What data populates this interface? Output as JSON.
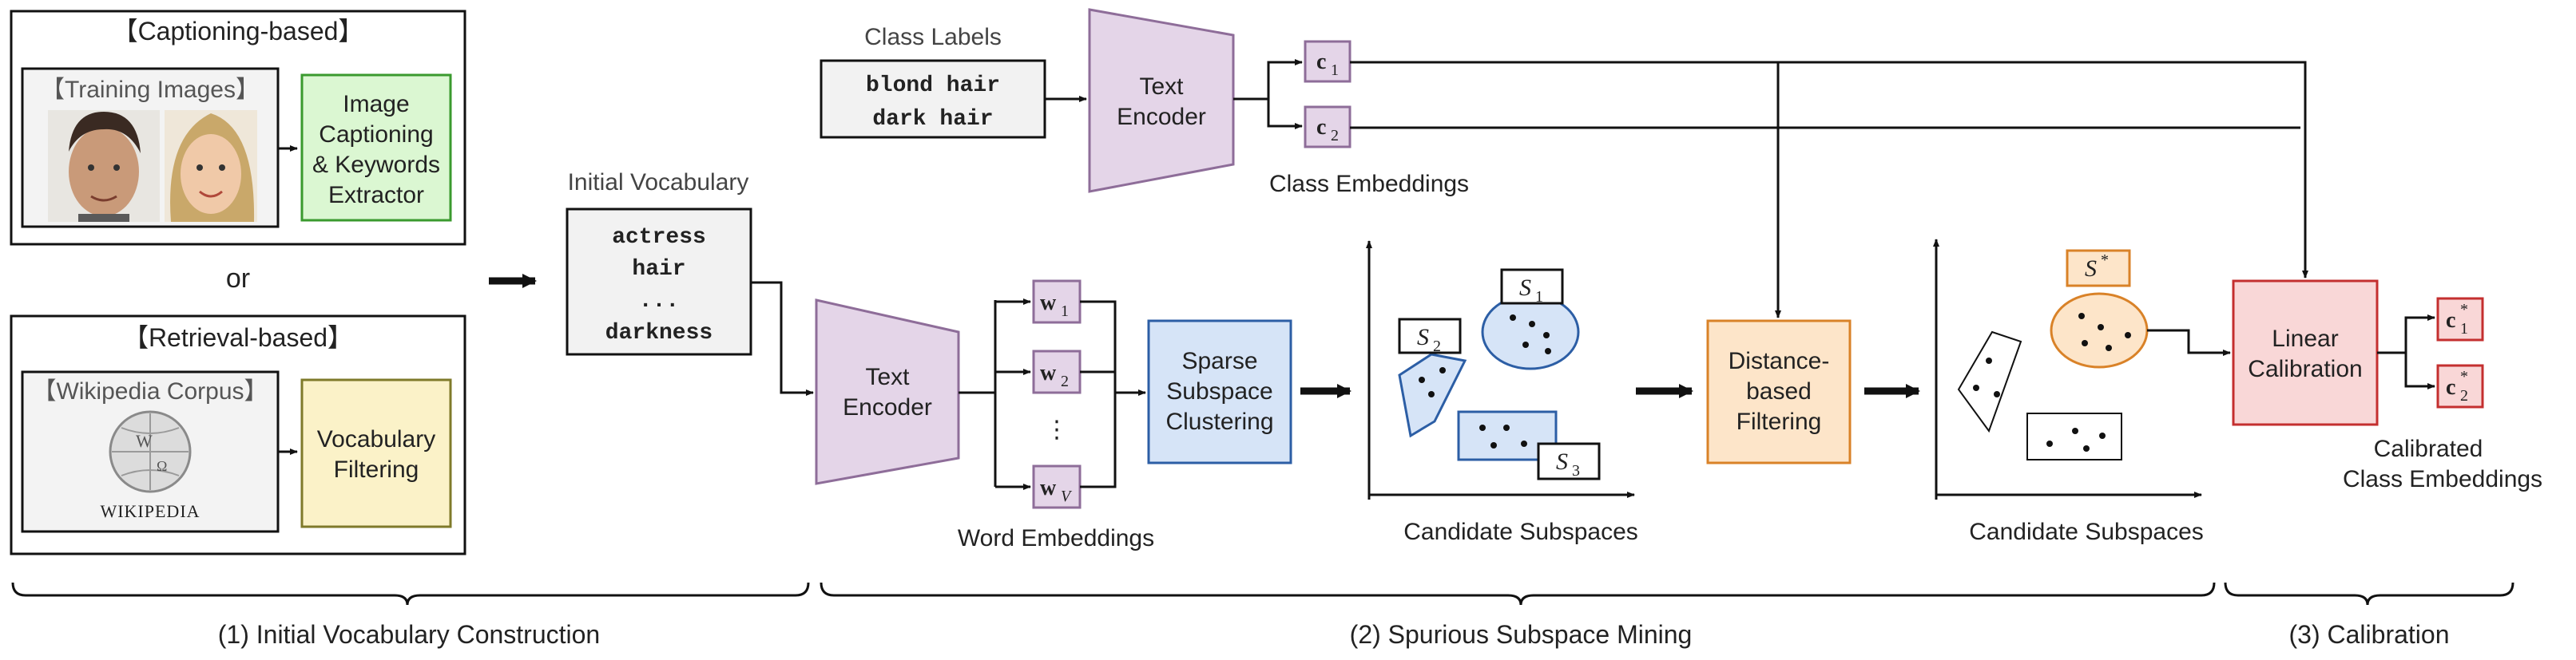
{
  "captioning": {
    "title": "【Captioning-based】",
    "training_images": "【Training Images】",
    "extractor": [
      "Image",
      "Captioning",
      "& Keywords",
      "Extractor"
    ]
  },
  "or_label": "or",
  "retrieval": {
    "title": "【Retrieval-based】",
    "corpus": "【Wikipedia Corpus】",
    "wiki_logo_text": "WIKIPEDIA",
    "filtering": [
      "Vocabulary",
      "Filtering"
    ]
  },
  "initial_vocab": {
    "label": "Initial Vocabulary",
    "words": [
      "actress",
      "hair",
      "...",
      "darkness"
    ]
  },
  "class_labels": {
    "label": "Class Labels",
    "words": [
      "blond hair",
      "dark hair"
    ]
  },
  "text_encoder": [
    "Text",
    "Encoder"
  ],
  "class_embeddings": {
    "label": "Class Embeddings",
    "items": [
      "c",
      "c"
    ],
    "subscripts": [
      "1",
      "2"
    ]
  },
  "word_embeddings": {
    "label": "Word Embeddings",
    "items": [
      "w",
      "w",
      "w"
    ],
    "subscripts": [
      "1",
      "2",
      "V"
    ],
    "ellipsis": "⋮"
  },
  "ssc": [
    "Sparse",
    "Subspace",
    "Clustering"
  ],
  "candidate_subspaces_label": "Candidate Subspaces",
  "subspaces": [
    "S",
    "S",
    "S"
  ],
  "subspace_subscripts": [
    "1",
    "2",
    "3"
  ],
  "distance_filtering": [
    "Distance-",
    "based",
    "Filtering"
  ],
  "s_star": "S",
  "s_star_sup": "*",
  "linear_calibration": [
    "Linear",
    "Calibration"
  ],
  "calibrated": {
    "items": [
      "c",
      "c"
    ],
    "subscripts": [
      "1",
      "2"
    ],
    "sup": "*",
    "label": [
      "Calibrated",
      "Class Embeddings"
    ]
  },
  "stages": [
    "(1) Initial Vocabulary Construction",
    "(2) Spurious Subspace Mining",
    "(3) Calibration"
  ],
  "colors": {
    "green_fill": "#dbf7d2",
    "green_edge": "#3a9a2e",
    "yellow_fill": "#fbf2c8",
    "yellow_edge": "#7f7a2a",
    "purple_fill": "#e4d5e8",
    "purple_edge": "#8e6d99",
    "blue_fill": "#d6e4f7",
    "blue_edge": "#2c5ea5",
    "orange_fill": "#fde5c9",
    "orange_edge": "#d98228",
    "red_fill": "#f9d7d7",
    "red_edge": "#c42f2f",
    "gray_fill": "#f2f2f2"
  }
}
